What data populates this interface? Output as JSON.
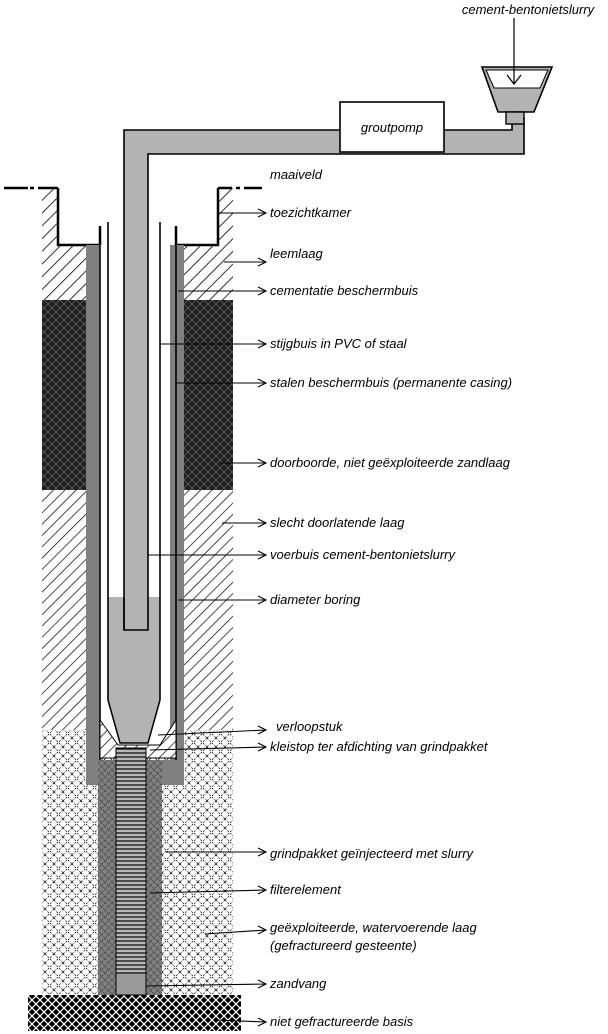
{
  "title_label": "cement-bentonietslurry",
  "pump_label": "groutpomp",
  "labels": [
    "maaiveld",
    "toezichtkamer",
    "leemlaag",
    "cementatie beschermbuis",
    "stijgbuis in PVC of staal",
    "stalen beschermbuis (permanente casing)",
    "doorboorde, niet geëxploiteerde zandlaag",
    "slecht doorlatende laag",
    "voerbuis cement-bentonietslurry",
    "diameter boring",
    "verloopstuk",
    "kleistop ter afdichting van grindpakket",
    "grindpakket geïnjecteerd met slurry",
    "filterelement",
    "geëxploiteerde, watervoerende laag",
    "(gefractureerd gesteente)",
    "zandvang",
    "niet gefractureerde basis"
  ],
  "colors": {
    "casing_cement": "#808080",
    "slurry_light": "#b3b3b3",
    "sand_dark": "#2a2a2a",
    "outline": "#000000"
  }
}
